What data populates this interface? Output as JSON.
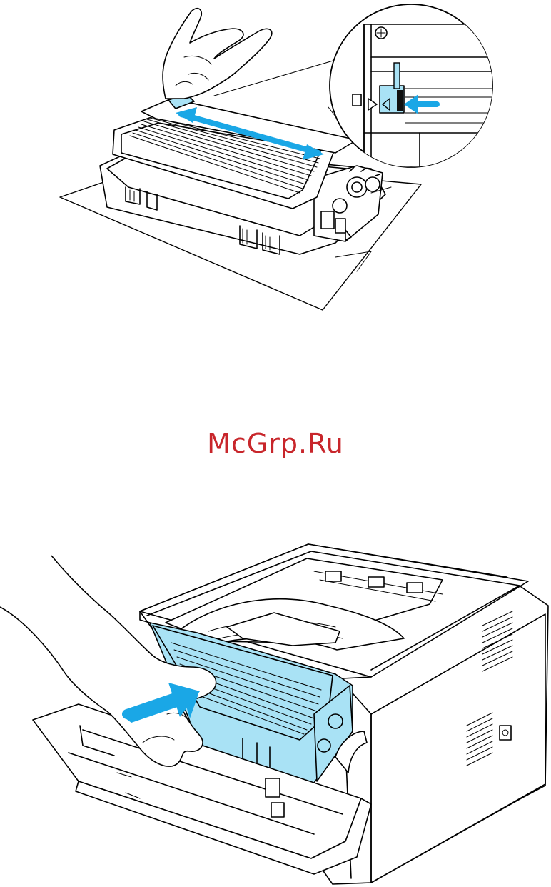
{
  "watermark": {
    "text": "McGrp.Ru",
    "color": "#c8262b"
  },
  "colors": {
    "highlight_fill": "#a9e2f5",
    "arrow_blue": "#1aa7e6",
    "line_art": "#000000"
  },
  "figures": [
    {
      "subject": "drum-unit-corona-wire-cleaning",
      "icon": "double-arrow-icon"
    },
    {
      "subject": "printer-install-drum-unit",
      "icon": "push-arrow-icon"
    }
  ]
}
